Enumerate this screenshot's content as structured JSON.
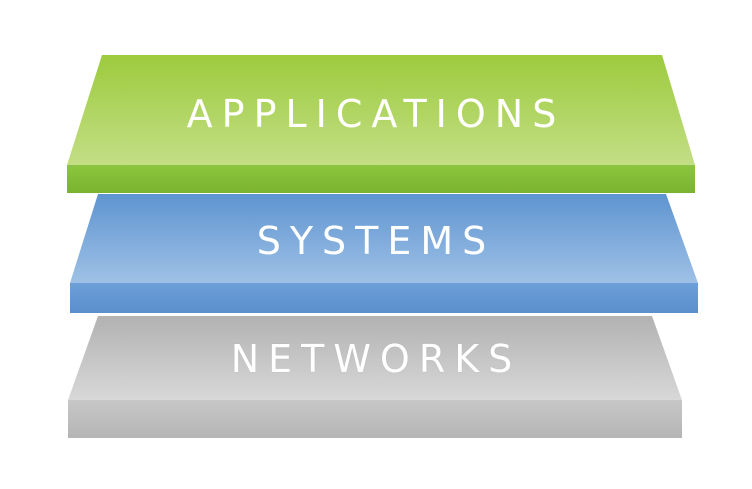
{
  "layers": [
    {
      "label": "APPLICATIONS",
      "top_color": "#9ccb3c",
      "top_color_light": "#c3de86",
      "edge_color": "#8cc63f",
      "edge_color_dark": "#7ab32e"
    },
    {
      "label": "SYSTEMS",
      "top_color": "#5e94d0",
      "top_color_light": "#9fc1e6",
      "edge_color": "#6d9fd8",
      "edge_color_dark": "#5b8fcb"
    },
    {
      "label": "NETWORKS",
      "top_color": "#b2b2b2",
      "top_color_light": "#d8d8d8",
      "edge_color": "#c7c7c7",
      "edge_color_dark": "#b5b5b5"
    }
  ]
}
